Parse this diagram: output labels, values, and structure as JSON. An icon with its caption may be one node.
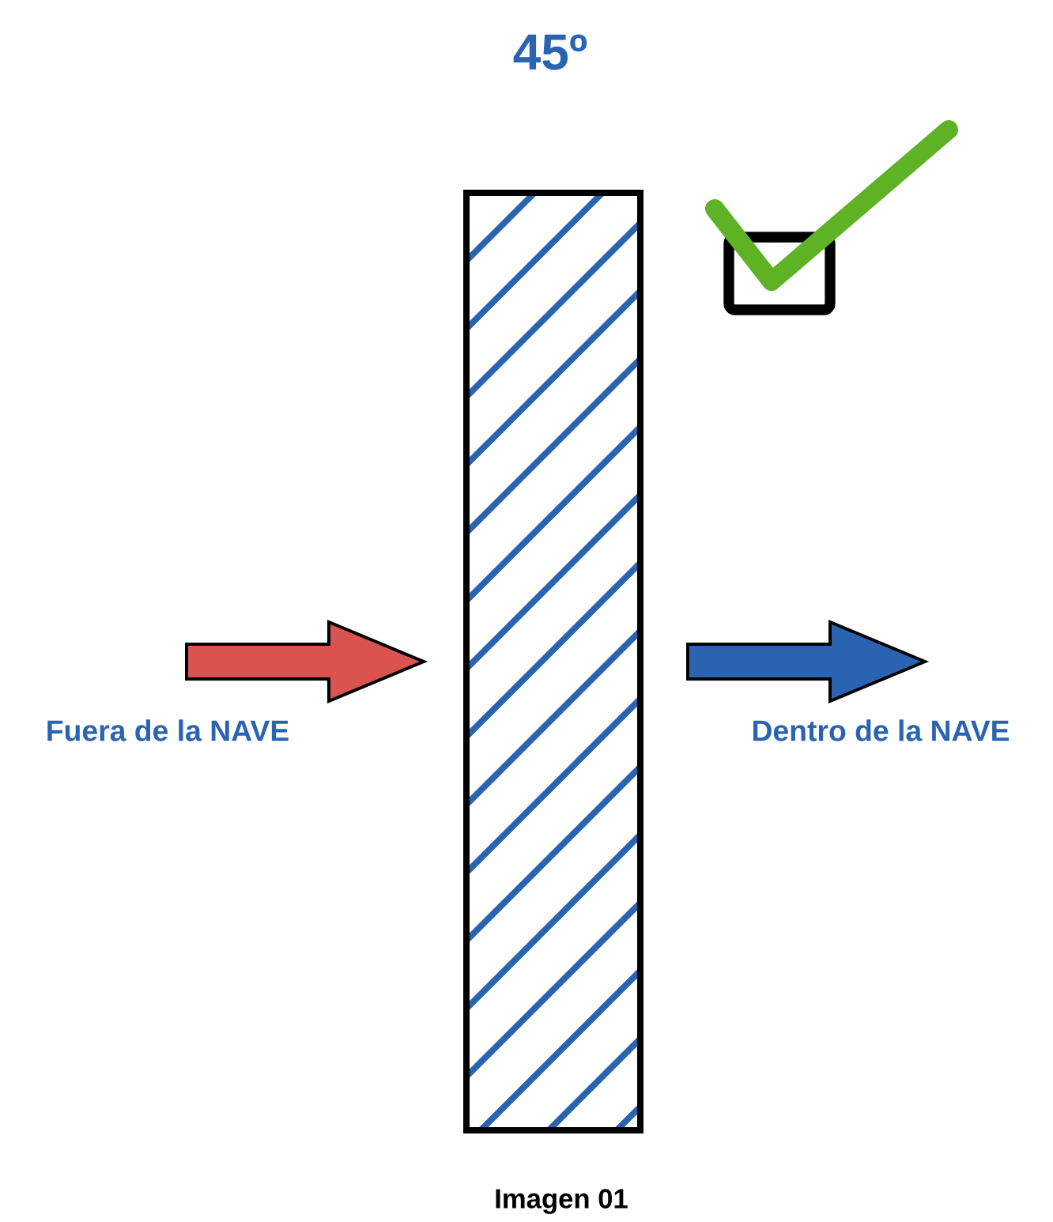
{
  "diagram": {
    "title": "45º",
    "caption": "Imagen 01",
    "nodes": [
      {
        "text": [],
        "shape": "box"
      }
    ],
    "labels": [
      "Fuera de la NAVE",
      "Dentro de la NAVE"
    ]
  }
}
